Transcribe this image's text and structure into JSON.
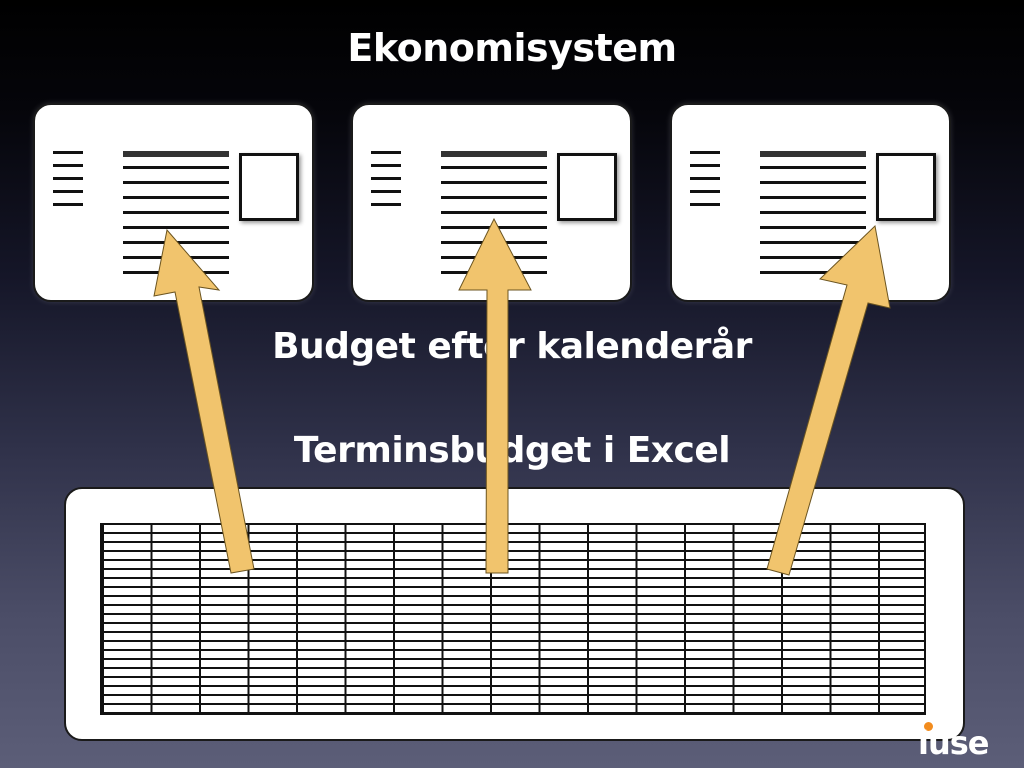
{
  "title": "Ekonomisystem",
  "labels": {
    "budget": "Budget efter kalenderår",
    "term": "Terminsbudget i Excel"
  },
  "logo": {
    "text": "iuse",
    "dot_color": "#f28c1e"
  },
  "colors": {
    "arrow": "#f1c46d",
    "card": "#ffffff",
    "ink": "#111111"
  },
  "documents": [
    {
      "name": "document-card-1"
    },
    {
      "name": "document-card-2"
    },
    {
      "name": "document-card-3"
    }
  ]
}
